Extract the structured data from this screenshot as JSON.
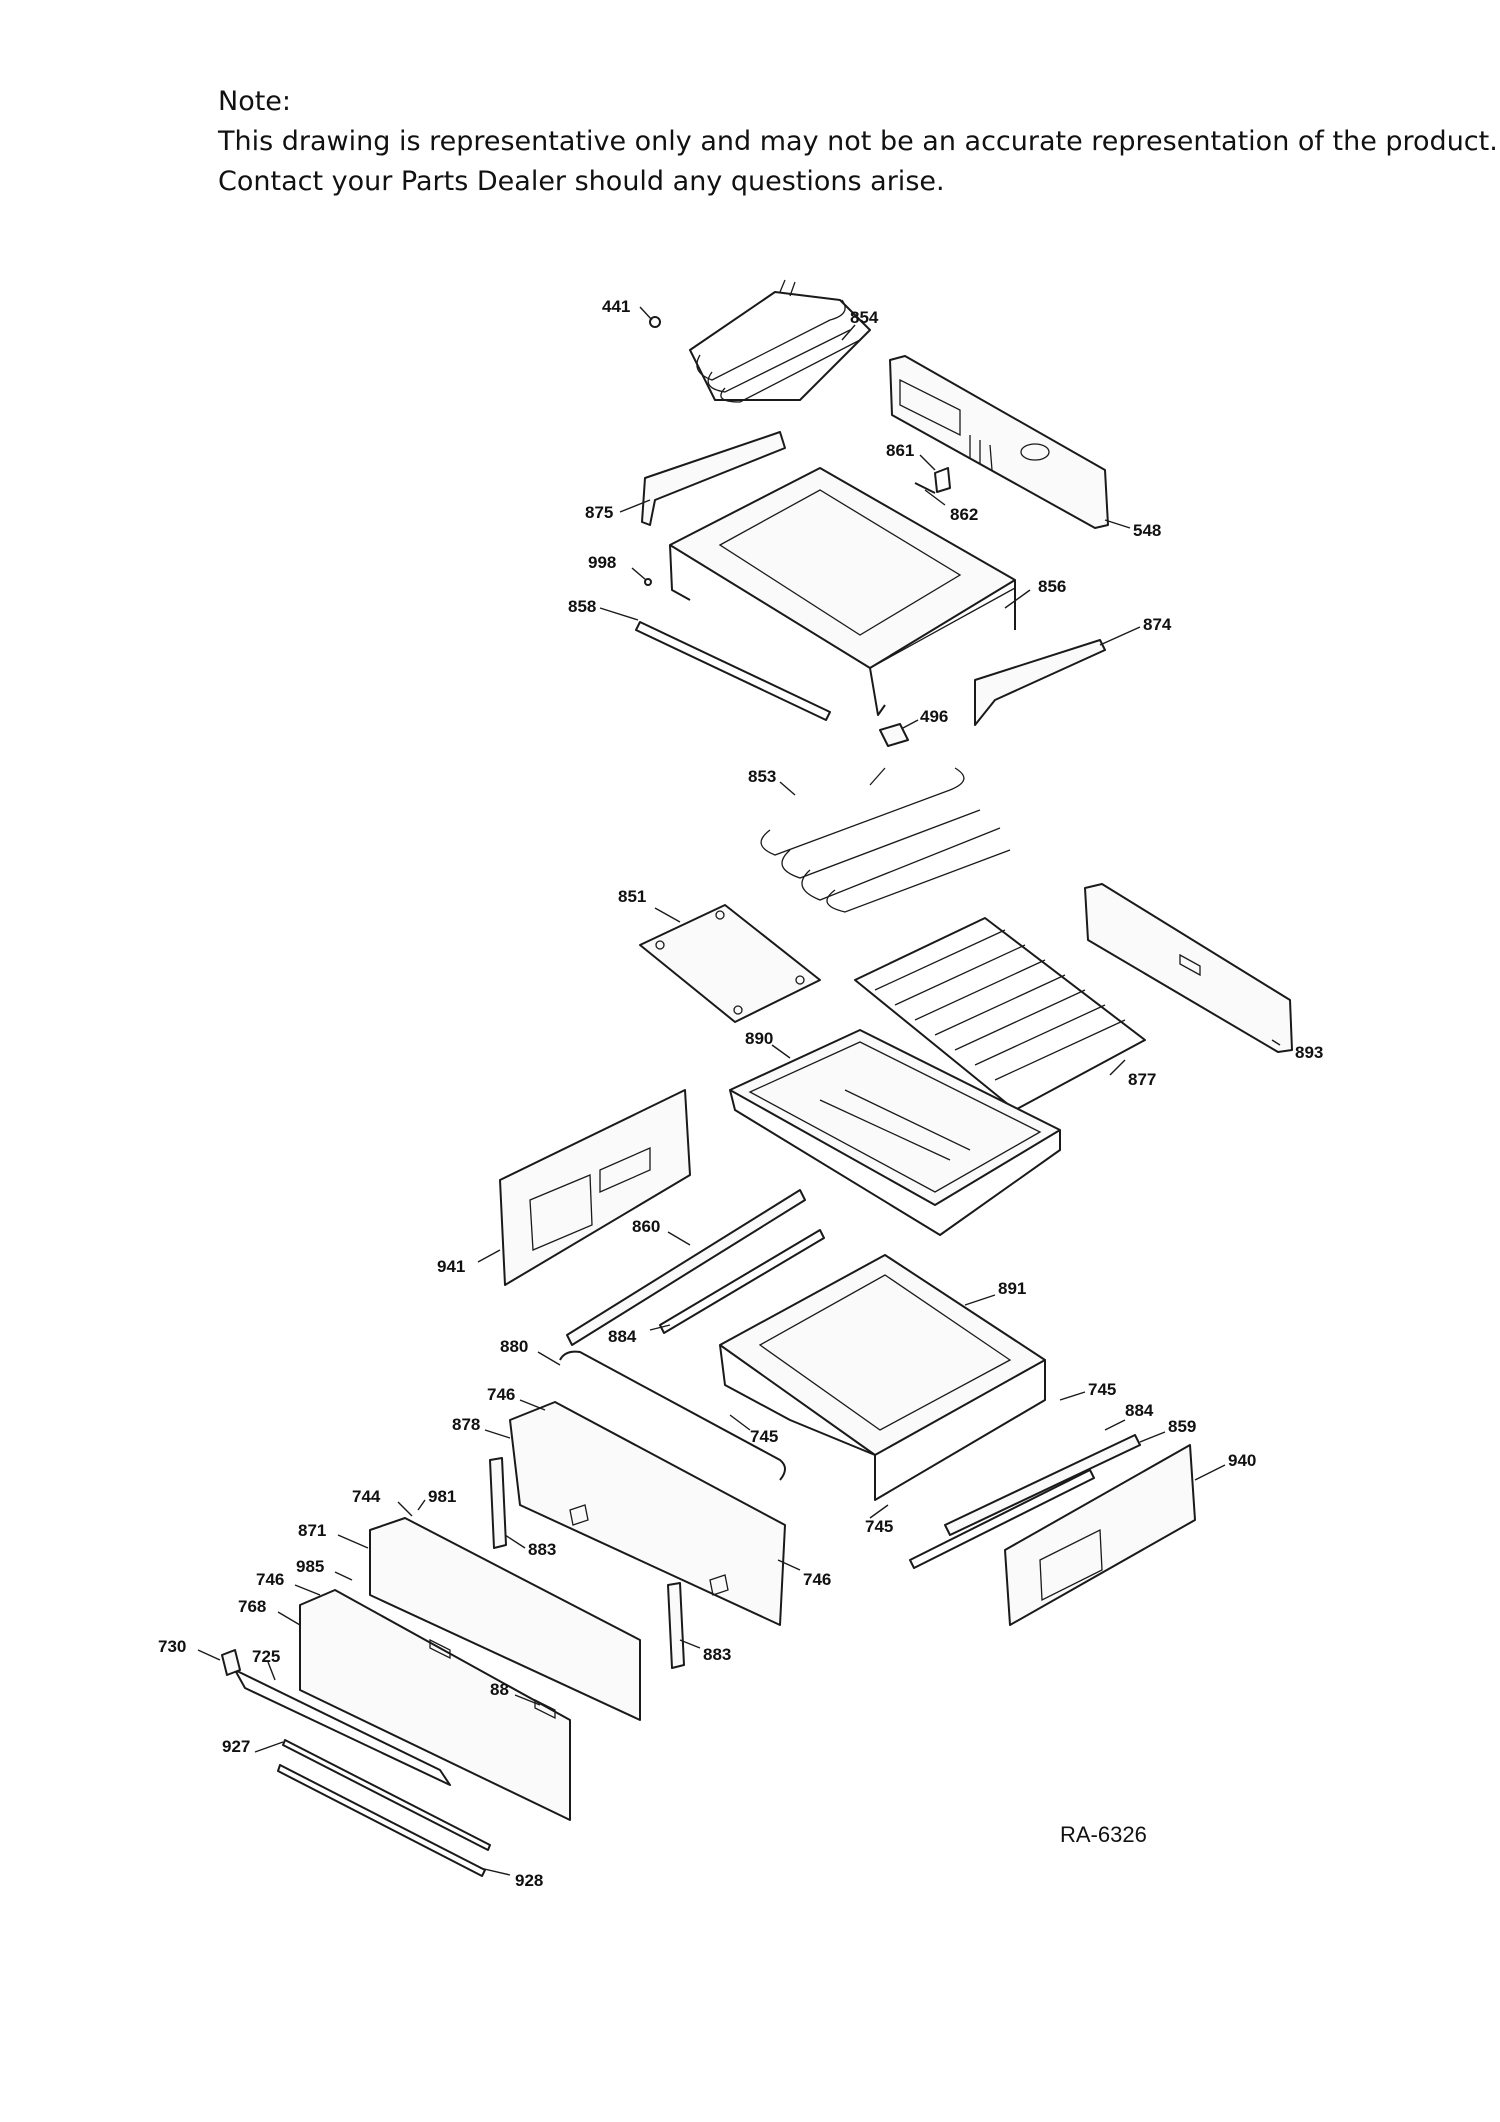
{
  "note": {
    "heading": "Note:",
    "line1": "This drawing is representative only and may not be an accurate representation of the product.",
    "line2": "Contact your Parts Dealer should any questions arise."
  },
  "diagram_code": "RA-6326",
  "callouts": [
    "441",
    "854",
    "548",
    "861",
    "862",
    "875",
    "998",
    "856",
    "858",
    "874",
    "496",
    "853",
    "851",
    "893",
    "877",
    "890",
    "941",
    "860",
    "891",
    "884",
    "880",
    "746",
    "745",
    "878",
    "884",
    "859",
    "940",
    "744",
    "981",
    "871",
    "883",
    "745",
    "985",
    "746",
    "768",
    "883",
    "730",
    "725",
    "88",
    "927",
    "928",
    "746",
    "745"
  ]
}
